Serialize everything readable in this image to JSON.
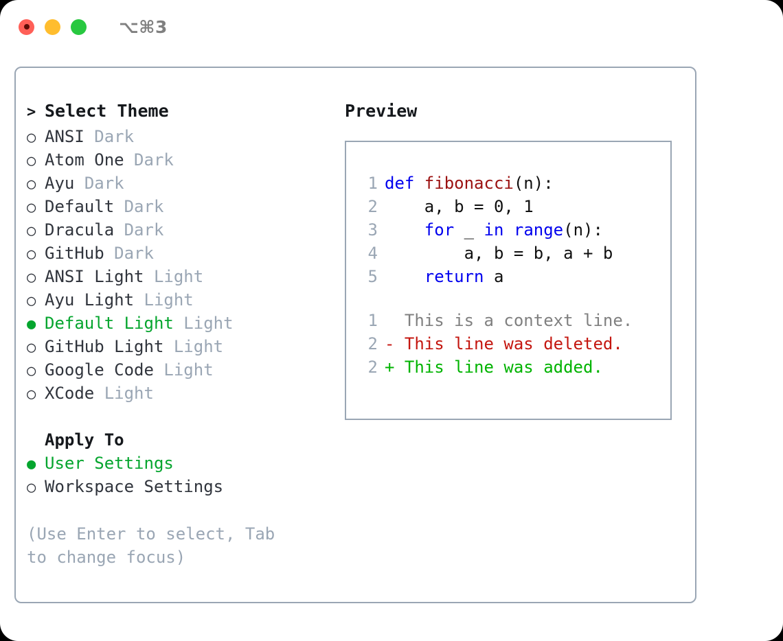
{
  "window": {
    "title": "⌥⌘3",
    "traffic_lights": [
      "close",
      "minimize",
      "maximize"
    ],
    "accent_green": "#05a52e",
    "border_color": "#9aa6b4",
    "muted_color": "#9aa6b4",
    "text_color": "#30343c"
  },
  "theme_picker": {
    "header_marker": ">",
    "header": "Select Theme",
    "items": [
      {
        "marker": "○",
        "name": "ANSI",
        "mode": "Dark",
        "selected": false
      },
      {
        "marker": "○",
        "name": "Atom One",
        "mode": "Dark",
        "selected": false
      },
      {
        "marker": "○",
        "name": "Ayu",
        "mode": "Dark",
        "selected": false
      },
      {
        "marker": "○",
        "name": "Default",
        "mode": "Dark",
        "selected": false
      },
      {
        "marker": "○",
        "name": "Dracula",
        "mode": "Dark",
        "selected": false
      },
      {
        "marker": "○",
        "name": "GitHub",
        "mode": "Dark",
        "selected": false
      },
      {
        "marker": "○",
        "name": "ANSI Light",
        "mode": "Light",
        "selected": false
      },
      {
        "marker": "○",
        "name": "Ayu Light",
        "mode": "Light",
        "selected": false
      },
      {
        "marker": "●",
        "name": "Default Light",
        "mode": "Light",
        "selected": true
      },
      {
        "marker": "○",
        "name": "GitHub Light",
        "mode": "Light",
        "selected": false
      },
      {
        "marker": "○",
        "name": "Google Code",
        "mode": "Light",
        "selected": false
      },
      {
        "marker": "○",
        "name": "XCode",
        "mode": "Light",
        "selected": false
      }
    ]
  },
  "apply_to": {
    "heading": "Apply To",
    "options": [
      {
        "marker": "●",
        "label": "User Settings",
        "selected": true
      },
      {
        "marker": "○",
        "label": "Workspace Settings",
        "selected": false
      }
    ]
  },
  "hint": "(Use Enter to select, Tab to change focus)",
  "preview": {
    "title": "Preview",
    "code_lines": [
      {
        "no": "1",
        "segments": [
          {
            "text": "def ",
            "type": "kw"
          },
          {
            "text": "fibonacci",
            "type": "fn"
          },
          {
            "text": "(n):",
            "type": "plain"
          }
        ]
      },
      {
        "no": "2",
        "segments": [
          {
            "text": "    a, b = 0, 1",
            "type": "plain"
          }
        ]
      },
      {
        "no": "3",
        "segments": [
          {
            "text": "    ",
            "type": "plain"
          },
          {
            "text": "for",
            "type": "kw"
          },
          {
            "text": " _ ",
            "type": "plain"
          },
          {
            "text": "in",
            "type": "kw"
          },
          {
            "text": " ",
            "type": "plain"
          },
          {
            "text": "range",
            "type": "kw"
          },
          {
            "text": "(n):",
            "type": "plain"
          }
        ]
      },
      {
        "no": "4",
        "segments": [
          {
            "text": "        a, b = b, a + b",
            "type": "plain"
          }
        ]
      },
      {
        "no": "5",
        "segments": [
          {
            "text": "    ",
            "type": "plain"
          },
          {
            "text": "return",
            "type": "kw"
          },
          {
            "text": " a",
            "type": "plain"
          }
        ]
      }
    ],
    "diff_lines": [
      {
        "no": "1",
        "sign": " ",
        "text": " This is a context line.",
        "type": "ctx"
      },
      {
        "no": "2",
        "sign": "-",
        "text": " This line was deleted.",
        "type": "del"
      },
      {
        "no": "2",
        "sign": "+",
        "text": " This line was added.",
        "type": "add"
      }
    ]
  }
}
